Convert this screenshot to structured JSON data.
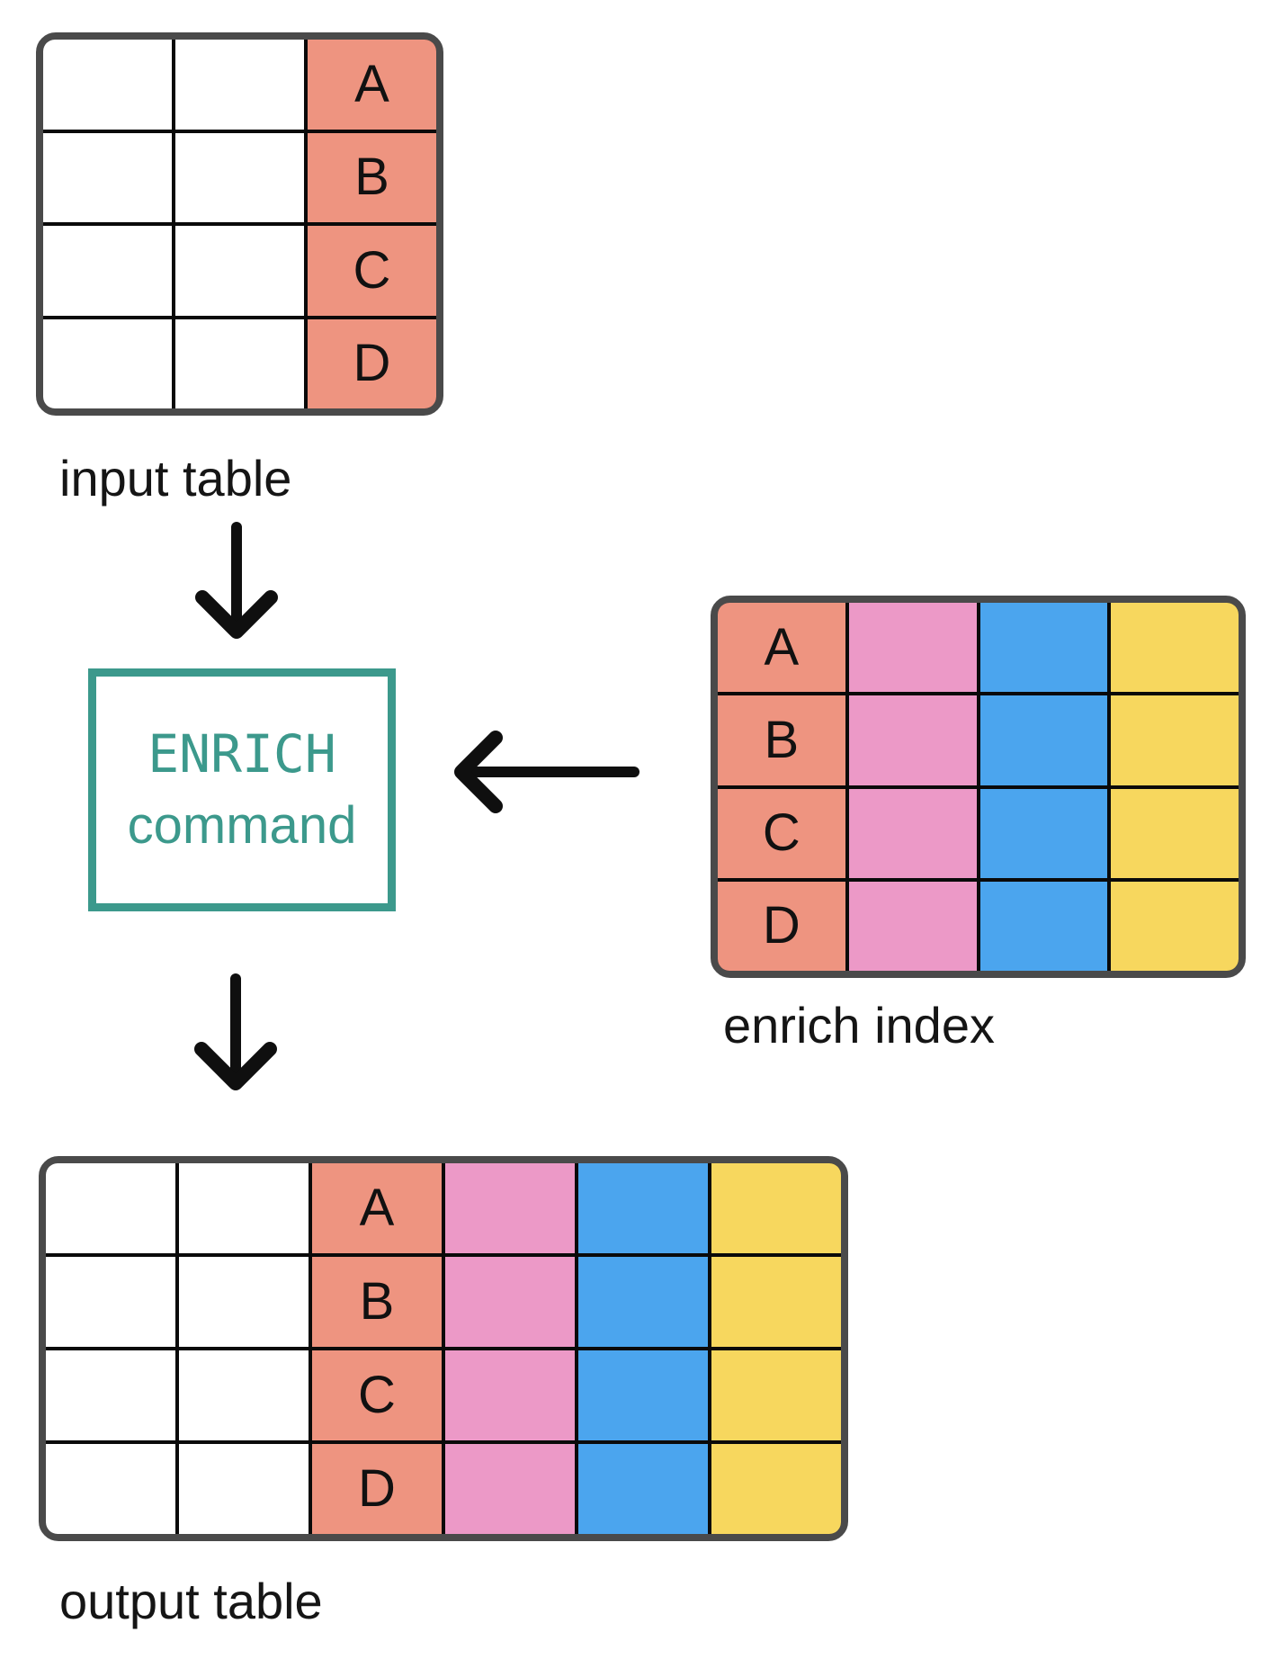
{
  "enrich_box": {
    "line1": "ENRICH",
    "line2": "command"
  },
  "colors": {
    "salmon": "#EE9480",
    "pink": "#EC99C7",
    "blue": "#4BA5EE",
    "yellow": "#F7D75E",
    "teal": "#3C998C",
    "frame": "#4A4A4A",
    "line": "#0A0A0A",
    "white": "#FFFFFF",
    "label_text": "#151515",
    "arrow": "#0F0F0F",
    "background": "#FFFFFF"
  },
  "key_values": [
    "A",
    "B",
    "C",
    "D"
  ],
  "tables": {
    "input": {
      "label": "input table",
      "rows": 4,
      "cols": [
        {
          "color": "white"
        },
        {
          "color": "white"
        },
        {
          "color": "salmon",
          "values": [
            "A",
            "B",
            "C",
            "D"
          ]
        }
      ]
    },
    "enrich_index": {
      "label": "enrich index",
      "rows": 4,
      "cols": [
        {
          "color": "salmon",
          "values": [
            "A",
            "B",
            "C",
            "D"
          ]
        },
        {
          "color": "pink"
        },
        {
          "color": "blue"
        },
        {
          "color": "yellow"
        }
      ]
    },
    "output": {
      "label": "output table",
      "rows": 4,
      "cols": [
        {
          "color": "white"
        },
        {
          "color": "white"
        },
        {
          "color": "salmon",
          "values": [
            "A",
            "B",
            "C",
            "D"
          ]
        },
        {
          "color": "pink"
        },
        {
          "color": "blue"
        },
        {
          "color": "yellow"
        }
      ]
    }
  },
  "arrows": {
    "input_to_command": "down",
    "index_to_command": "left",
    "command_to_output": "down"
  }
}
